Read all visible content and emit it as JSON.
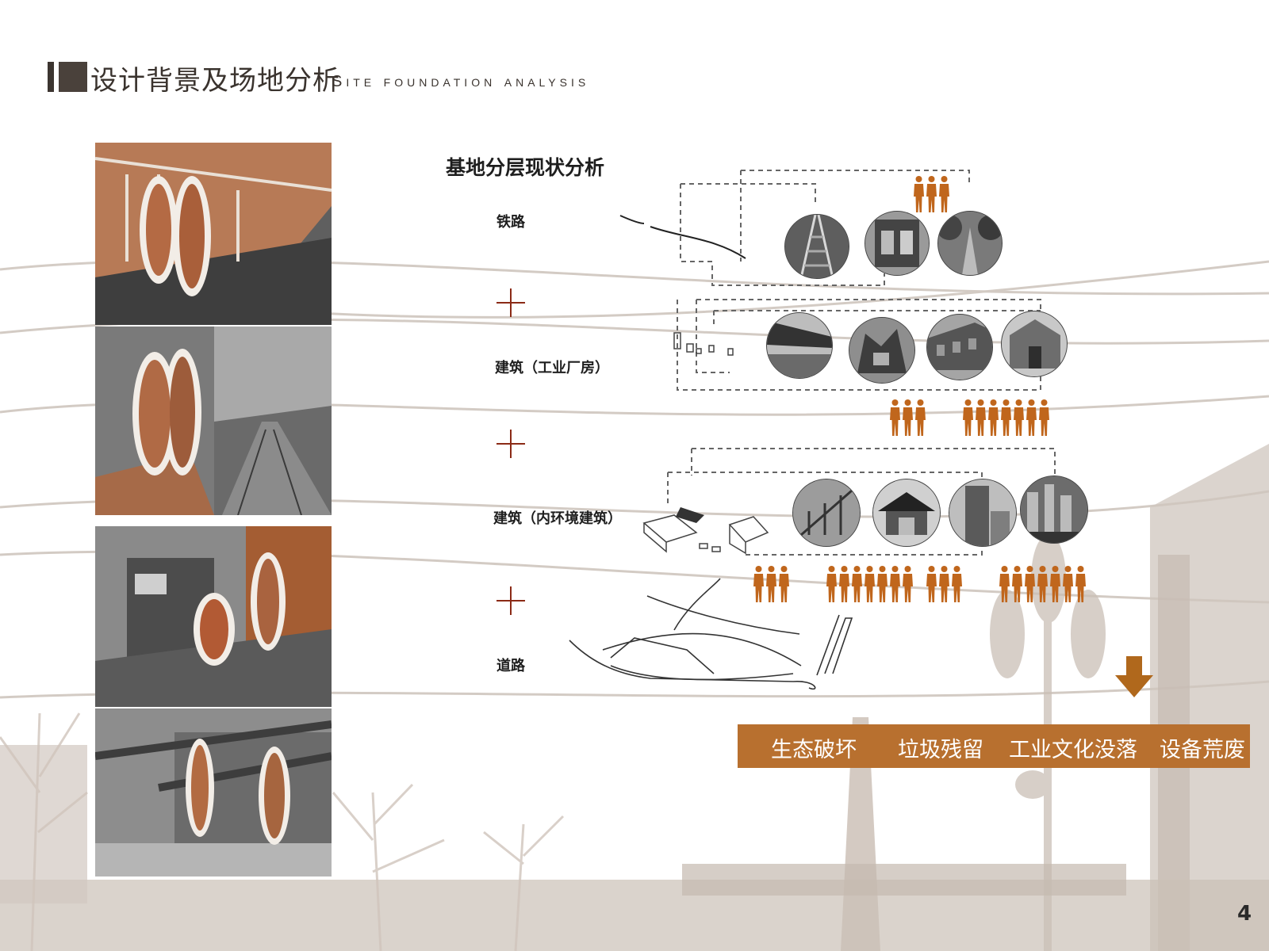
{
  "header": {
    "title_cn": "设计背景及场地分析",
    "title_en": "Site foundation analysis"
  },
  "analysis": {
    "section_title": "基地分层现状分析",
    "layers": [
      {
        "label": "铁路"
      },
      {
        "label": "建筑（工业厂房）"
      },
      {
        "label": "建筑（内环境建筑）"
      },
      {
        "label": "道路"
      }
    ]
  },
  "problems": [
    "生态破坏",
    "垃圾残留",
    "工业文化没落",
    "设备荒废"
  ],
  "page_number": "4",
  "colors": {
    "accent": "#b8702f",
    "people": "#c0661c",
    "plus": "#8b2a16",
    "title": "#3a332e"
  }
}
